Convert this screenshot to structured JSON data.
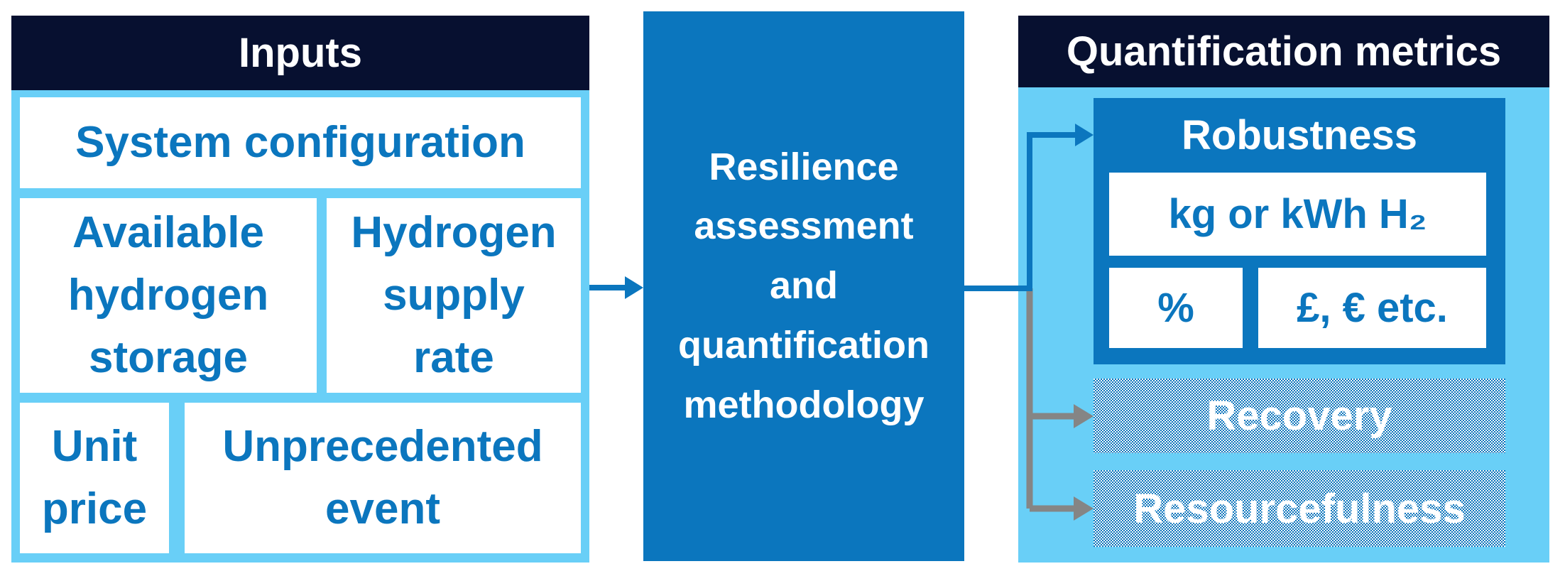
{
  "colors": {
    "header_navy": "#071030",
    "accent_blue": "#0b76be",
    "panel_light_blue": "#69cff7",
    "connector_gray": "#858585",
    "box_white": "#ffffff"
  },
  "inputs_panel": {
    "title": "Inputs",
    "boxes": {
      "system_configuration": "System configuration",
      "available_hydrogen_storage": "Available\nhydrogen\nstorage",
      "hydrogen_supply_rate": "Hydrogen\nsupply\nrate",
      "unit_price": "Unit\nprice",
      "unprecedented_event": "Unprecedented\nevent"
    }
  },
  "methodology_box": {
    "label": "Resilience\nassessment\nand\nquantification\nmethodology"
  },
  "metrics_panel": {
    "title": "Quantification metrics",
    "robustness": {
      "title": "Robustness",
      "unit_mass_energy": "kg or kWh H₂",
      "unit_percent": "%",
      "unit_currency": "£, € etc."
    },
    "recovery_label": "Recovery",
    "resourcefulness_label": "Resourcefulness"
  }
}
